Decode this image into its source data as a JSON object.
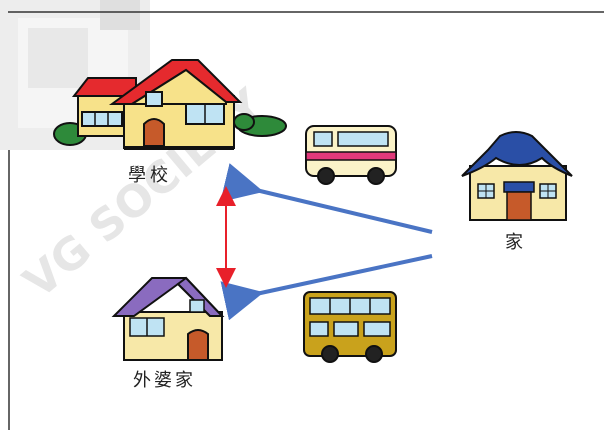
{
  "labels": {
    "school": "學校",
    "home": "家",
    "grandma_home": "外婆家"
  },
  "watermark": {
    "text": "VG SOCIETY",
    "color": "#e2e2e2"
  },
  "colors": {
    "arrow_blue": "#4a74c4",
    "arrow_red": "#e8202a",
    "frame": "#333333"
  },
  "icons": {
    "school": "school-building-icon",
    "home": "blue-roof-house-icon",
    "grandma_home": "purple-roof-house-icon",
    "minibus": "minibus-icon",
    "double_decker": "double-decker-bus-icon"
  }
}
